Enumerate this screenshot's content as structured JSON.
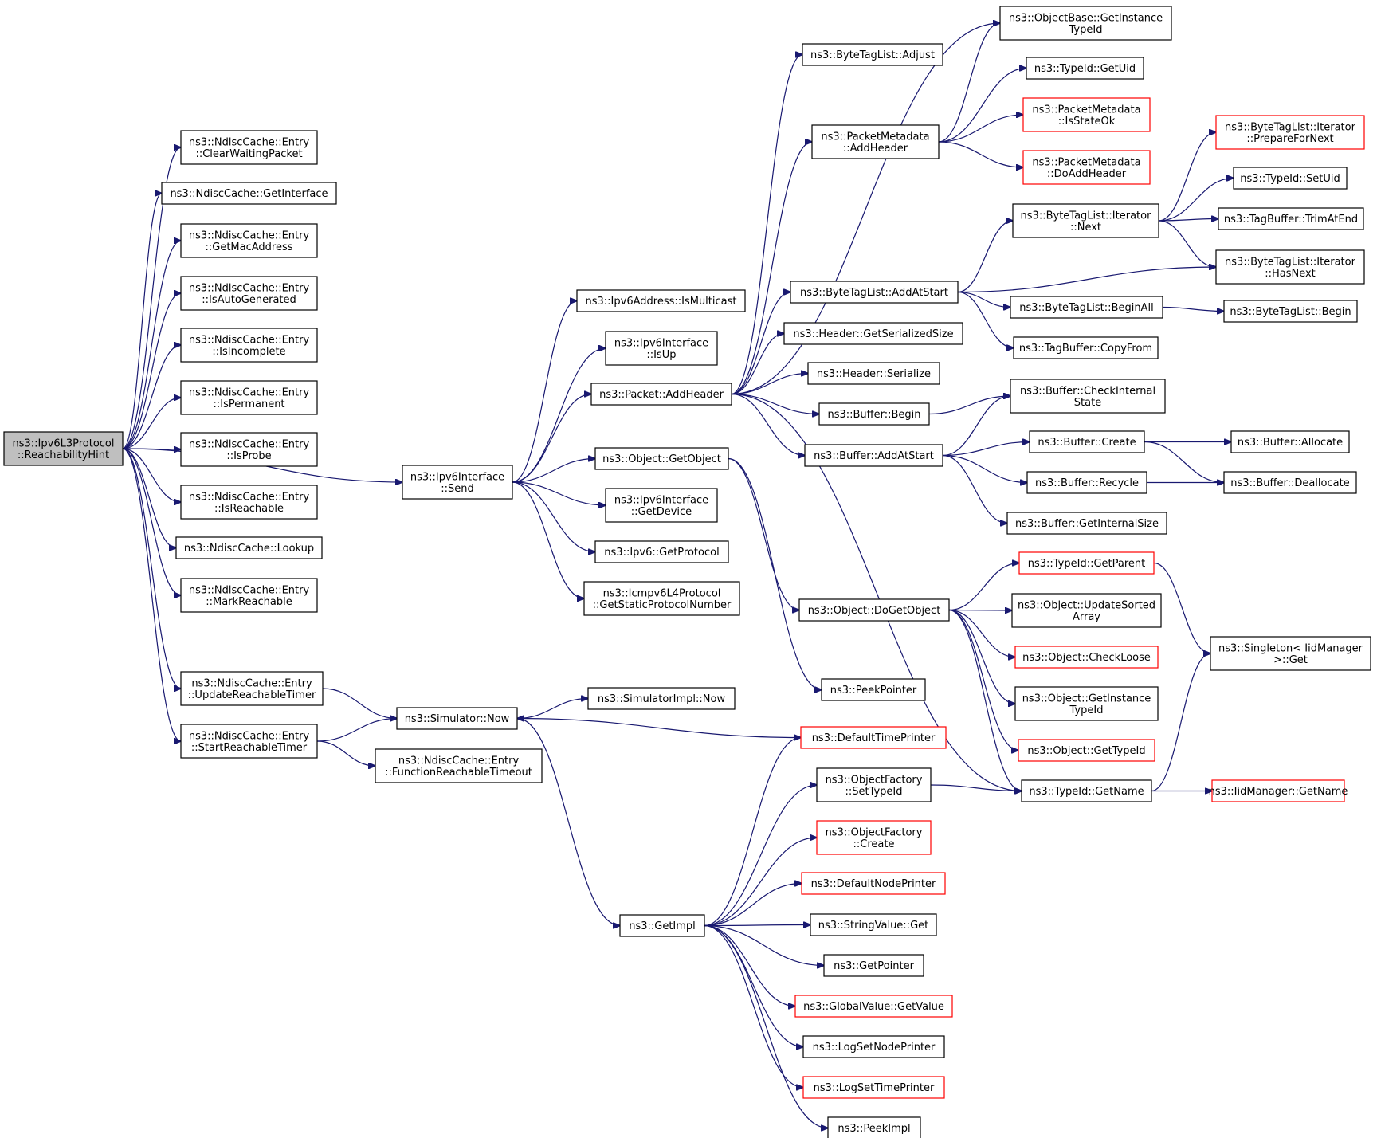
{
  "colors": {
    "edge": "#191970",
    "truncated_border": "#ff0000",
    "normal_border": "#000000",
    "root_fill": "#bfbfbf"
  },
  "nodes": [
    {
      "id": "root",
      "lines": [
        "ns3::Ipv6L3Protocol",
        "::ReachabilityHint"
      ],
      "root": true
    },
    {
      "id": "clearWaiting",
      "lines": [
        "ns3::NdiscCache::Entry",
        "::ClearWaitingPacket"
      ]
    },
    {
      "id": "getInterface",
      "lines": [
        "ns3::NdiscCache::GetInterface"
      ]
    },
    {
      "id": "getMac",
      "lines": [
        "ns3::NdiscCache::Entry",
        "::GetMacAddress"
      ]
    },
    {
      "id": "isAutoGen",
      "lines": [
        "ns3::NdiscCache::Entry",
        "::IsAutoGenerated"
      ]
    },
    {
      "id": "isIncomplete",
      "lines": [
        "ns3::NdiscCache::Entry",
        "::IsIncomplete"
      ]
    },
    {
      "id": "isPermanent",
      "lines": [
        "ns3::NdiscCache::Entry",
        "::IsPermanent"
      ]
    },
    {
      "id": "isProbe",
      "lines": [
        "ns3::NdiscCache::Entry",
        "::IsProbe"
      ]
    },
    {
      "id": "isReachable",
      "lines": [
        "ns3::NdiscCache::Entry",
        "::IsReachable"
      ]
    },
    {
      "id": "lookup",
      "lines": [
        "ns3::NdiscCache::Lookup"
      ]
    },
    {
      "id": "markReachable",
      "lines": [
        "ns3::NdiscCache::Entry",
        "::MarkReachable"
      ]
    },
    {
      "id": "updateReachTimer",
      "lines": [
        "ns3::NdiscCache::Entry",
        "::UpdateReachableTimer"
      ]
    },
    {
      "id": "startReachTimer",
      "lines": [
        "ns3::NdiscCache::Entry",
        "::StartReachableTimer"
      ]
    },
    {
      "id": "ifSend",
      "lines": [
        "ns3::Ipv6Interface",
        "::Send"
      ]
    },
    {
      "id": "simNow",
      "lines": [
        "ns3::Simulator::Now"
      ]
    },
    {
      "id": "funcReachTimeout",
      "lines": [
        "ns3::NdiscCache::Entry",
        "::FunctionReachableTimeout"
      ]
    },
    {
      "id": "isMulticast",
      "lines": [
        "ns3::Ipv6Address::IsMulticast"
      ]
    },
    {
      "id": "ifIsUp",
      "lines": [
        "ns3::Ipv6Interface",
        "::IsUp"
      ]
    },
    {
      "id": "pktAddHeader",
      "lines": [
        "ns3::Packet::AddHeader"
      ]
    },
    {
      "id": "objGetObject",
      "lines": [
        "ns3::Object::GetObject"
      ]
    },
    {
      "id": "ifGetDevice",
      "lines": [
        "ns3::Ipv6Interface",
        "::GetDevice"
      ]
    },
    {
      "id": "ipv6GetProtocol",
      "lines": [
        "ns3::Ipv6::GetProtocol"
      ]
    },
    {
      "id": "icmpGetStatic",
      "lines": [
        "ns3::Icmpv6L4Protocol",
        "::GetStaticProtocolNumber"
      ]
    },
    {
      "id": "simImplNow",
      "lines": [
        "ns3::SimulatorImpl::Now"
      ]
    },
    {
      "id": "getImpl",
      "lines": [
        "ns3::GetImpl"
      ]
    },
    {
      "id": "btlAdjust",
      "lines": [
        "ns3::ByteTagList::Adjust"
      ]
    },
    {
      "id": "pmAddHeader",
      "lines": [
        "ns3::PacketMetadata",
        "::AddHeader"
      ]
    },
    {
      "id": "btlAddAtStart",
      "lines": [
        "ns3::ByteTagList::AddAtStart"
      ]
    },
    {
      "id": "hdrGetSerSize",
      "lines": [
        "ns3::Header::GetSerializedSize"
      ]
    },
    {
      "id": "hdrSerialize",
      "lines": [
        "ns3::Header::Serialize"
      ]
    },
    {
      "id": "bufBegin",
      "lines": [
        "ns3::Buffer::Begin"
      ]
    },
    {
      "id": "bufAddAtStart",
      "lines": [
        "ns3::Buffer::AddAtStart"
      ]
    },
    {
      "id": "objDoGetObject",
      "lines": [
        "ns3::Object::DoGetObject"
      ]
    },
    {
      "id": "peekPointer",
      "lines": [
        "ns3::PeekPointer"
      ]
    },
    {
      "id": "defTimePrinter",
      "lines": [
        "ns3::DefaultTimePrinter"
      ],
      "red": true
    },
    {
      "id": "ofSetTypeId",
      "lines": [
        "ns3::ObjectFactory",
        "::SetTypeId"
      ]
    },
    {
      "id": "ofCreate",
      "lines": [
        "ns3::ObjectFactory",
        "::Create"
      ],
      "red": true
    },
    {
      "id": "defNodePrinter",
      "lines": [
        "ns3::DefaultNodePrinter"
      ],
      "red": true
    },
    {
      "id": "strValueGet",
      "lines": [
        "ns3::StringValue::Get"
      ]
    },
    {
      "id": "getPointer",
      "lines": [
        "ns3::GetPointer"
      ]
    },
    {
      "id": "gvGetValue",
      "lines": [
        "ns3::GlobalValue::GetValue"
      ],
      "red": true
    },
    {
      "id": "logSetNodePrinter",
      "lines": [
        "ns3::LogSetNodePrinter"
      ]
    },
    {
      "id": "logSetTimePrinter",
      "lines": [
        "ns3::LogSetTimePrinter"
      ],
      "red": true
    },
    {
      "id": "peekImpl",
      "lines": [
        "ns3::PeekImpl"
      ]
    },
    {
      "id": "obGetInstTypeId",
      "lines": [
        "ns3::ObjectBase::GetInstance",
        "TypeId"
      ]
    },
    {
      "id": "typeIdGetUid",
      "lines": [
        "ns3::TypeId::GetUid"
      ]
    },
    {
      "id": "pmIsStateOk",
      "lines": [
        "ns3::PacketMetadata",
        "::IsStateOk"
      ],
      "red": true
    },
    {
      "id": "pmDoAddHeader",
      "lines": [
        "ns3::PacketMetadata",
        "::DoAddHeader"
      ],
      "red": true
    },
    {
      "id": "btliNext",
      "lines": [
        "ns3::ByteTagList::Iterator",
        "::Next"
      ]
    },
    {
      "id": "btlBeginAll",
      "lines": [
        "ns3::ByteTagList::BeginAll"
      ]
    },
    {
      "id": "tbCopyFrom",
      "lines": [
        "ns3::TagBuffer::CopyFrom"
      ]
    },
    {
      "id": "bufCheckInternal",
      "lines": [
        "ns3::Buffer::CheckInternal",
        "State"
      ]
    },
    {
      "id": "bufCreate",
      "lines": [
        "ns3::Buffer::Create"
      ]
    },
    {
      "id": "bufRecycle",
      "lines": [
        "ns3::Buffer::Recycle"
      ]
    },
    {
      "id": "bufGetInternalSize",
      "lines": [
        "ns3::Buffer::GetInternalSize"
      ]
    },
    {
      "id": "tidGetParent",
      "lines": [
        "ns3::TypeId::GetParent"
      ],
      "red": true
    },
    {
      "id": "objUpdateSorted",
      "lines": [
        "ns3::Object::UpdateSorted",
        "Array"
      ]
    },
    {
      "id": "objCheckLoose",
      "lines": [
        "ns3::Object::CheckLoose"
      ],
      "red": true
    },
    {
      "id": "objGetInstTypeId",
      "lines": [
        "ns3::Object::GetInstance",
        "TypeId"
      ]
    },
    {
      "id": "objGetTypeId",
      "lines": [
        "ns3::Object::GetTypeId"
      ],
      "red": true
    },
    {
      "id": "tidGetName",
      "lines": [
        "ns3::TypeId::GetName"
      ]
    },
    {
      "id": "btliPrepare",
      "lines": [
        "ns3::ByteTagList::Iterator",
        "::PrepareForNext"
      ],
      "red": true
    },
    {
      "id": "tidSetUid",
      "lines": [
        "ns3::TypeId::SetUid"
      ]
    },
    {
      "id": "tbTrimAtEnd",
      "lines": [
        "ns3::TagBuffer::TrimAtEnd"
      ]
    },
    {
      "id": "btliHasNext",
      "lines": [
        "ns3::ByteTagList::Iterator",
        "::HasNext"
      ]
    },
    {
      "id": "btlBegin",
      "lines": [
        "ns3::ByteTagList::Begin"
      ]
    },
    {
      "id": "bufAllocate",
      "lines": [
        "ns3::Buffer::Allocate"
      ]
    },
    {
      "id": "bufDeallocate",
      "lines": [
        "ns3::Buffer::Deallocate"
      ]
    },
    {
      "id": "singletonGet",
      "lines": [
        "ns3::Singleton< IidManager",
        ">::Get"
      ]
    },
    {
      "id": "iidGetName",
      "lines": [
        "ns3::IidManager::GetName"
      ],
      "red": true
    }
  ],
  "edges": [
    [
      "root",
      "clearWaiting"
    ],
    [
      "root",
      "getInterface"
    ],
    [
      "root",
      "getMac"
    ],
    [
      "root",
      "isAutoGen"
    ],
    [
      "root",
      "isIncomplete"
    ],
    [
      "root",
      "isPermanent"
    ],
    [
      "root",
      "isProbe"
    ],
    [
      "root",
      "isReachable"
    ],
    [
      "root",
      "lookup"
    ],
    [
      "root",
      "markReachable"
    ],
    [
      "root",
      "ifSend"
    ],
    [
      "root",
      "updateReachTimer"
    ],
    [
      "root",
      "startReachTimer"
    ],
    [
      "updateReachTimer",
      "simNow"
    ],
    [
      "startReachTimer",
      "simNow"
    ],
    [
      "startReachTimer",
      "funcReachTimeout"
    ],
    [
      "ifSend",
      "isMulticast"
    ],
    [
      "ifSend",
      "ifIsUp"
    ],
    [
      "ifSend",
      "pktAddHeader"
    ],
    [
      "ifSend",
      "objGetObject"
    ],
    [
      "ifSend",
      "ifGetDevice"
    ],
    [
      "ifSend",
      "ipv6GetProtocol"
    ],
    [
      "ifSend",
      "icmpGetStatic"
    ],
    [
      "simNow",
      "simImplNow"
    ],
    [
      "simNow",
      "getImpl"
    ],
    [
      "defTimePrinter",
      "simNow"
    ],
    [
      "pktAddHeader",
      "btlAdjust"
    ],
    [
      "pktAddHeader",
      "obGetInstTypeId"
    ],
    [
      "pktAddHeader",
      "pmAddHeader"
    ],
    [
      "pktAddHeader",
      "btlAddAtStart"
    ],
    [
      "pktAddHeader",
      "hdrGetSerSize"
    ],
    [
      "pktAddHeader",
      "hdrSerialize"
    ],
    [
      "pktAddHeader",
      "bufBegin"
    ],
    [
      "pktAddHeader",
      "bufAddAtStart"
    ],
    [
      "pktAddHeader",
      "tidGetName"
    ],
    [
      "objGetObject",
      "objDoGetObject"
    ],
    [
      "objGetObject",
      "peekPointer"
    ],
    [
      "getImpl",
      "defTimePrinter"
    ],
    [
      "getImpl",
      "ofSetTypeId"
    ],
    [
      "getImpl",
      "ofCreate"
    ],
    [
      "getImpl",
      "defNodePrinter"
    ],
    [
      "getImpl",
      "strValueGet"
    ],
    [
      "getImpl",
      "getPointer"
    ],
    [
      "getImpl",
      "gvGetValue"
    ],
    [
      "getImpl",
      "logSetNodePrinter"
    ],
    [
      "getImpl",
      "logSetTimePrinter"
    ],
    [
      "getImpl",
      "peekImpl"
    ],
    [
      "pmAddHeader",
      "obGetInstTypeId"
    ],
    [
      "pmAddHeader",
      "typeIdGetUid"
    ],
    [
      "pmAddHeader",
      "pmIsStateOk"
    ],
    [
      "pmAddHeader",
      "pmDoAddHeader"
    ],
    [
      "btlAddAtStart",
      "btliNext"
    ],
    [
      "btlAddAtStart",
      "btliHasNext"
    ],
    [
      "btlAddAtStart",
      "btlBeginAll"
    ],
    [
      "btlAddAtStart",
      "tbCopyFrom"
    ],
    [
      "bufBegin",
      "bufCheckInternal"
    ],
    [
      "bufAddAtStart",
      "bufCheckInternal"
    ],
    [
      "bufAddAtStart",
      "bufCreate"
    ],
    [
      "bufAddAtStart",
      "bufRecycle"
    ],
    [
      "bufAddAtStart",
      "bufGetInternalSize"
    ],
    [
      "objDoGetObject",
      "tidGetParent"
    ],
    [
      "objDoGetObject",
      "objUpdateSorted"
    ],
    [
      "objDoGetObject",
      "objCheckLoose"
    ],
    [
      "objDoGetObject",
      "objGetInstTypeId"
    ],
    [
      "objDoGetObject",
      "objGetTypeId"
    ],
    [
      "objDoGetObject",
      "tidGetName"
    ],
    [
      "ofSetTypeId",
      "tidGetName"
    ],
    [
      "btliNext",
      "btliPrepare"
    ],
    [
      "btliNext",
      "tidSetUid"
    ],
    [
      "btliNext",
      "tbTrimAtEnd"
    ],
    [
      "btliNext",
      "btliHasNext"
    ],
    [
      "btlBeginAll",
      "btlBegin"
    ],
    [
      "bufCreate",
      "bufAllocate"
    ],
    [
      "bufCreate",
      "bufDeallocate"
    ],
    [
      "bufRecycle",
      "bufDeallocate"
    ],
    [
      "tidGetParent",
      "singletonGet"
    ],
    [
      "tidGetName",
      "singletonGet"
    ],
    [
      "tidGetName",
      "iidGetName"
    ]
  ]
}
